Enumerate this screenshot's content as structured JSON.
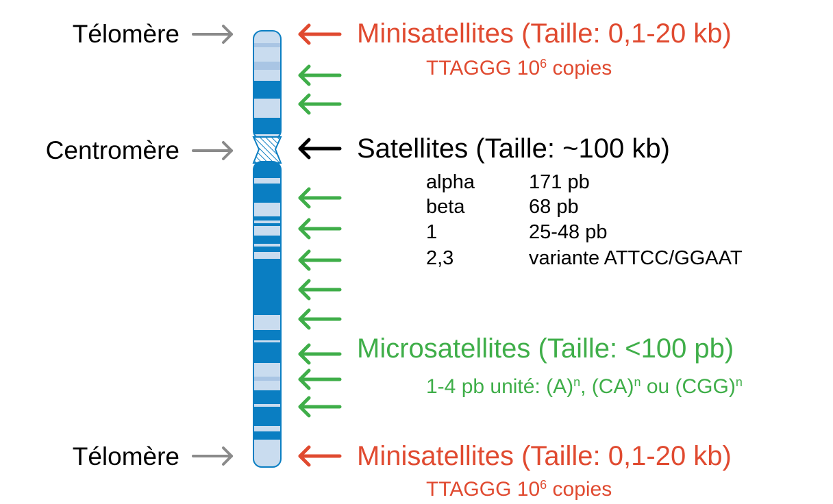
{
  "left_labels": {
    "telomere_top": "Télomère",
    "centromere": "Centromère",
    "telomere_bottom": "Télomère"
  },
  "minisatellites_top": {
    "title": "Minisatellites (Taille: 0,1-20 kb)",
    "detail_prefix": "TTAGGG 10",
    "detail_exp": "6",
    "detail_suffix": " copies"
  },
  "satellites": {
    "title": "Satellites (Taille: ~100 kb)",
    "rows": [
      {
        "name": "alpha",
        "value": "171 pb"
      },
      {
        "name": "beta",
        "value": "68 pb"
      },
      {
        "name": "1",
        "value": "25-48 pb"
      },
      {
        "name": "2,3",
        "value": "variante ATTCC/GGAAT"
      }
    ]
  },
  "microsatellites": {
    "title": "Microsatellites (Taille: <100 pb)",
    "detail_a": "1-4 pb unité: (A)",
    "detail_b": ", (CA)",
    "detail_c": " ou (CGG)",
    "exp": "n"
  },
  "minisatellites_bottom": {
    "title": "Minisatellites (Taille: 0,1-20 kb)",
    "detail_prefix": "TTAGGG 10",
    "detail_exp": "6",
    "detail_suffix": " copies"
  },
  "colors": {
    "red": "#e04a30",
    "green": "#3fae49",
    "gray": "#8a8a8a",
    "chromosome_dark": "#0a7ec2",
    "chromosome_light": "#c9dcef",
    "chromosome_mid": "#a9c5e4"
  }
}
